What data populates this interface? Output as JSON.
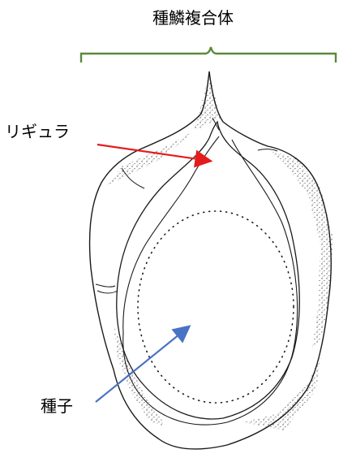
{
  "labels": {
    "title": "種鱗複合体",
    "ligula": "リギュラ",
    "seed": "種子"
  },
  "colors": {
    "bracket": "#5a8a3a",
    "ligula_arrow": "#e31b1b",
    "seed_arrow": "#4a72c4",
    "outline": "#1a1a1a"
  }
}
